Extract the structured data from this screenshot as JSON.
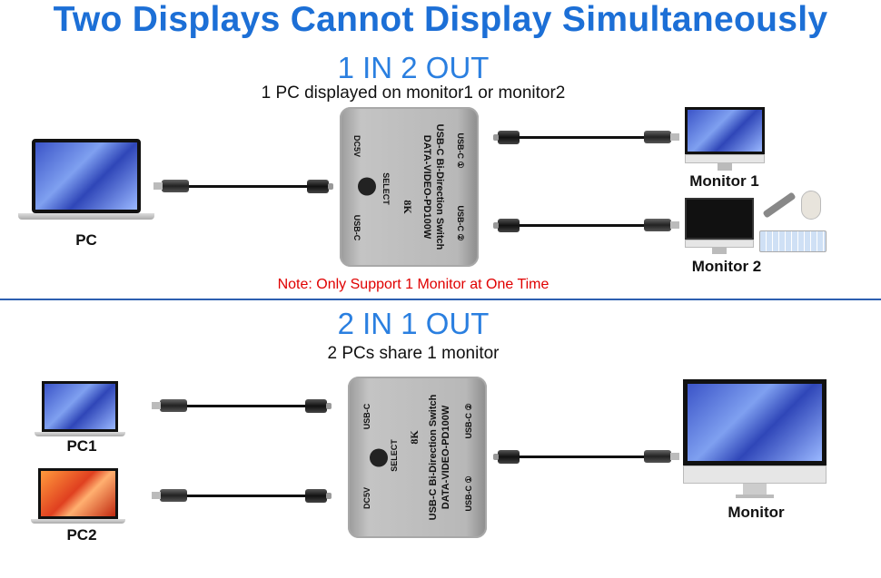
{
  "title": "Two Displays Cannot Display Simultaneously",
  "section1": {
    "heading": "1 IN 2 OUT",
    "subtitle": "1 PC displayed on monitor1 or monitor2",
    "pc_label": "PC",
    "monitor1_label": "Monitor 1",
    "monitor2_label": "Monitor 2",
    "note": "Note: Only Support 1 Monitor at One Time"
  },
  "section2": {
    "heading": "2 IN 1 OUT",
    "subtitle": "2 PCs share 1 monitor",
    "pc1_label": "PC1",
    "pc2_label": "PC2",
    "monitor_label": "Monitor"
  },
  "switch": {
    "line1": "USB-C Bi-Direction Switch",
    "line2": "DATA-VIDEO-PD100W",
    "port1": "USB-C ①",
    "port2": "USB-C ②",
    "port_common": "USB-C",
    "power": "DC5V",
    "select": "SELECT",
    "spec_8k": "8K"
  },
  "colors": {
    "title": "#1c6fd6",
    "heading": "#2a7fe0",
    "note": "#e00000",
    "divider": "#2c5fb0"
  }
}
